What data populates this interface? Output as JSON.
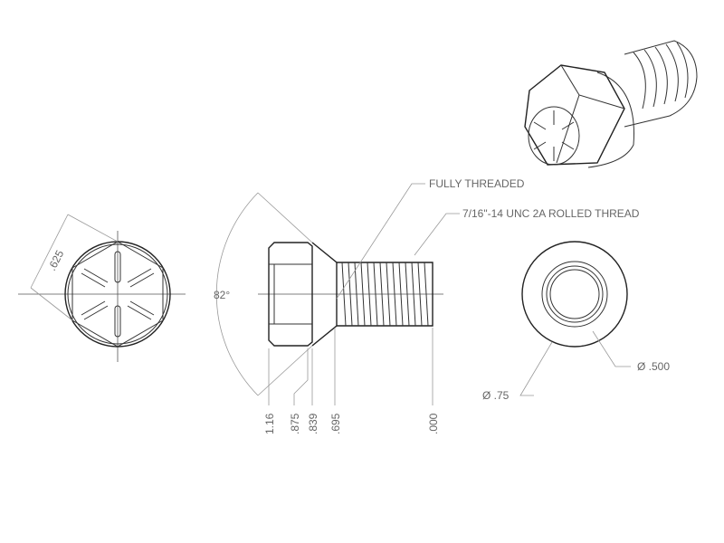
{
  "callouts": {
    "fully_threaded": "FULLY THREADED",
    "thread_spec": "7/16\"-14 UNC 2A ROLLED THREAD"
  },
  "dimensions": {
    "hex_flats": ".625",
    "angle": "82°",
    "ordinates": [
      "1.16",
      ".875",
      ".839",
      ".695",
      ".000"
    ],
    "outer_diameter": "Ø .75",
    "thread_diameter": "Ø .500"
  }
}
